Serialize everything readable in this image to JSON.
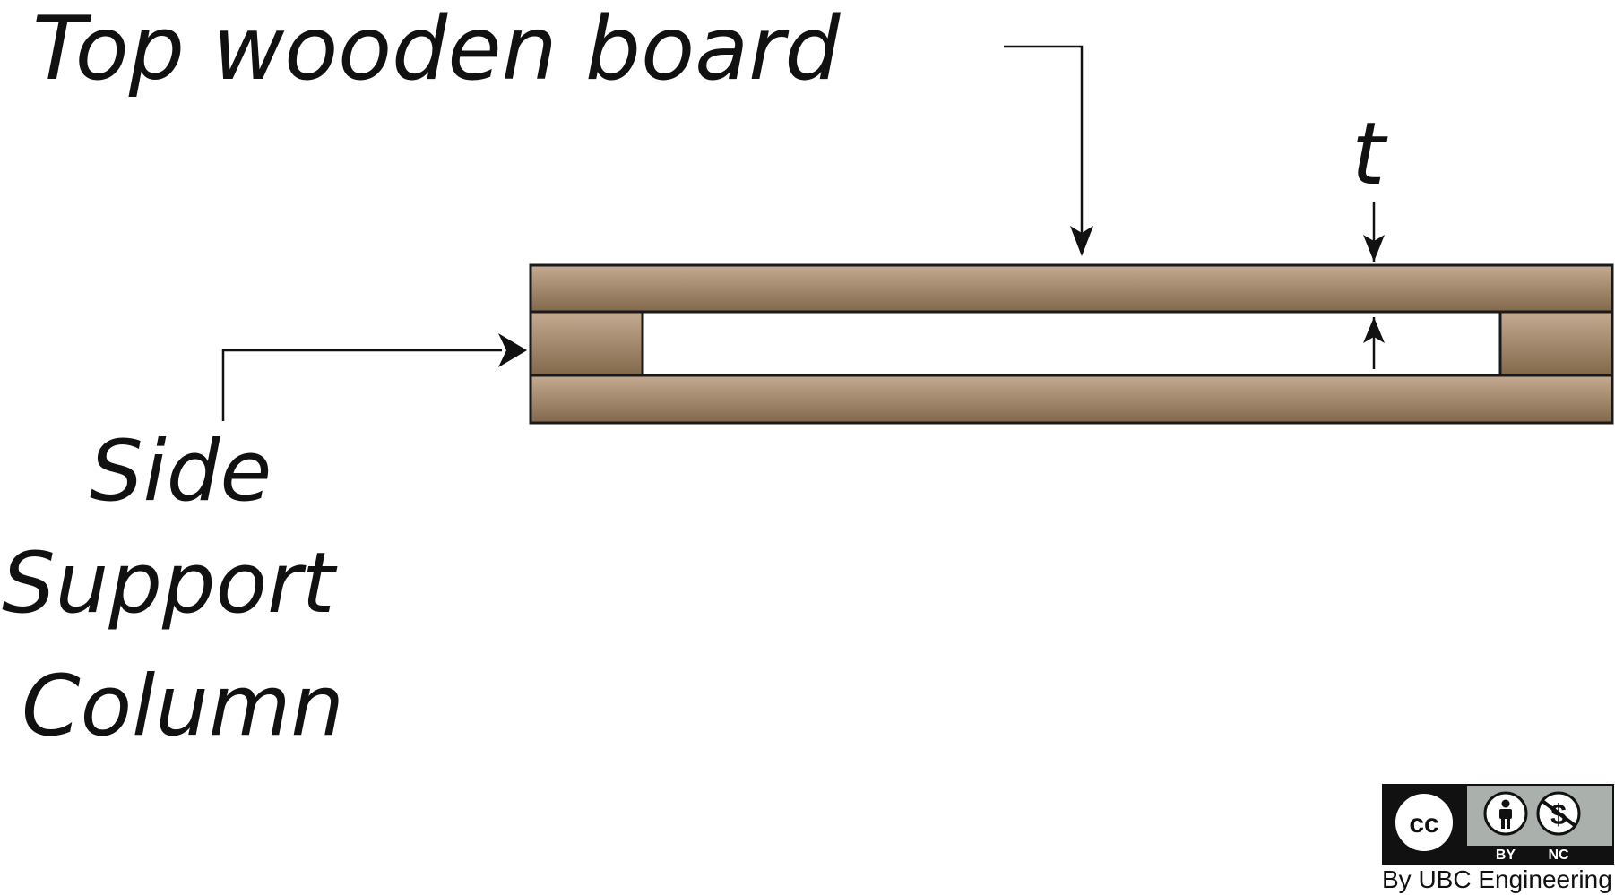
{
  "labels": {
    "top_board": "Top wooden board",
    "thickness": "t",
    "side_line1": "Side",
    "side_line2": "Support",
    "side_line3": "Column"
  },
  "license": {
    "cc": "cc",
    "by": "BY",
    "nc": "NC",
    "credit": "By UBC Engineering"
  },
  "colors": {
    "wood_light": "#c4ab91",
    "wood_dark": "#82684b",
    "outline": "#1a1a1a",
    "badge_bg": "#aab1ac"
  }
}
